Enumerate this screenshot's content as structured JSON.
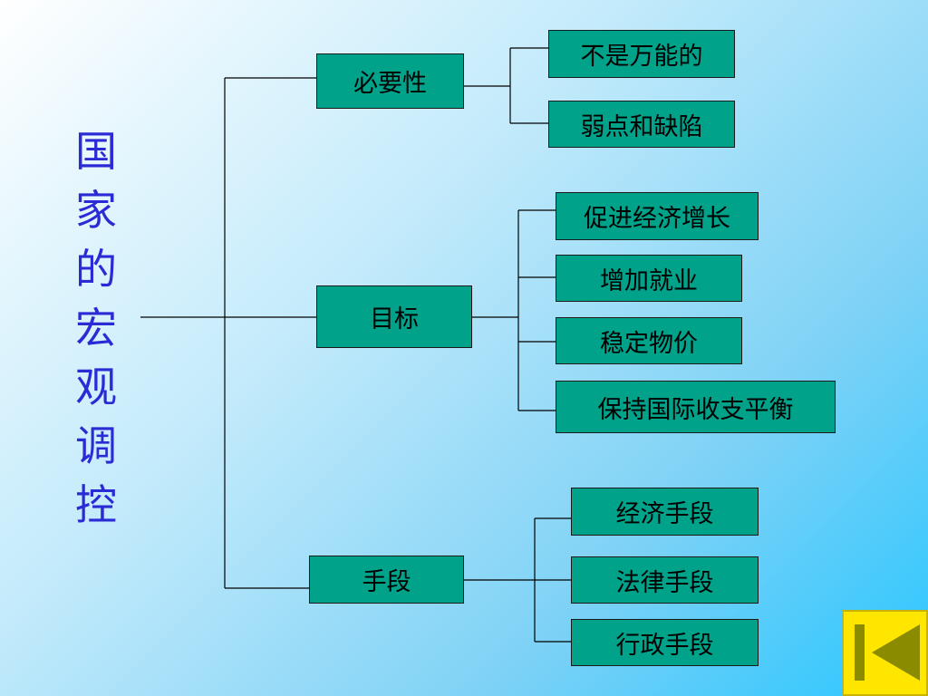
{
  "title": "国家的宏观调控",
  "branches": {
    "necessity": {
      "label": "必要性",
      "children": [
        "不是万能的",
        "弱点和缺陷"
      ]
    },
    "goals": {
      "label": "目标",
      "children": [
        "促进经济增长",
        "增加就业",
        "稳定物价",
        "保持国际收支平衡"
      ]
    },
    "means": {
      "label": "手段",
      "children": [
        "经济手段",
        "法律手段",
        "行政手段"
      ]
    }
  },
  "nav": {
    "back_icon": "skip-back-icon"
  },
  "colors": {
    "node_fill": "#00a28a",
    "title_text": "#2b2bd6",
    "button_fill": "#ffe600",
    "button_glyph": "#8b8b00"
  }
}
